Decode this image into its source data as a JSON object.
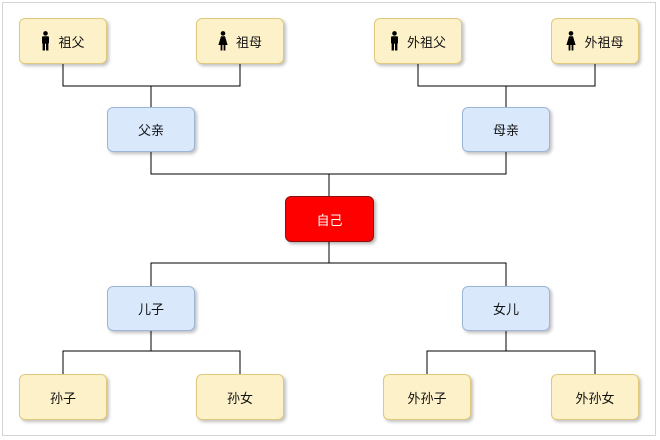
{
  "colors": {
    "grandparent_fill": "#fdf1c9",
    "grandchild_fill": "#fdf1c9",
    "parent_child_fill": "#dae8fc",
    "self_fill": "#ff0000",
    "line": "#000000"
  },
  "grandparents": {
    "paternal_grandfather": {
      "label": "祖父",
      "icon": "male-person-icon"
    },
    "paternal_grandmother": {
      "label": "祖母",
      "icon": "female-person-icon"
    },
    "maternal_grandfather": {
      "label": "外祖父",
      "icon": "male-person-icon"
    },
    "maternal_grandmother": {
      "label": "外祖母",
      "icon": "female-person-icon"
    }
  },
  "parents": {
    "father": {
      "label": "父亲"
    },
    "mother": {
      "label": "母亲"
    }
  },
  "self": {
    "label": "自己"
  },
  "children": {
    "son": {
      "label": "儿子"
    },
    "daughter": {
      "label": "女儿"
    }
  },
  "grandchildren": {
    "grandson": {
      "label": "孙子"
    },
    "granddaughter": {
      "label": "孙女"
    },
    "daughters_son": {
      "label": "外孙子"
    },
    "daughters_daughter": {
      "label": "外孙女"
    }
  }
}
